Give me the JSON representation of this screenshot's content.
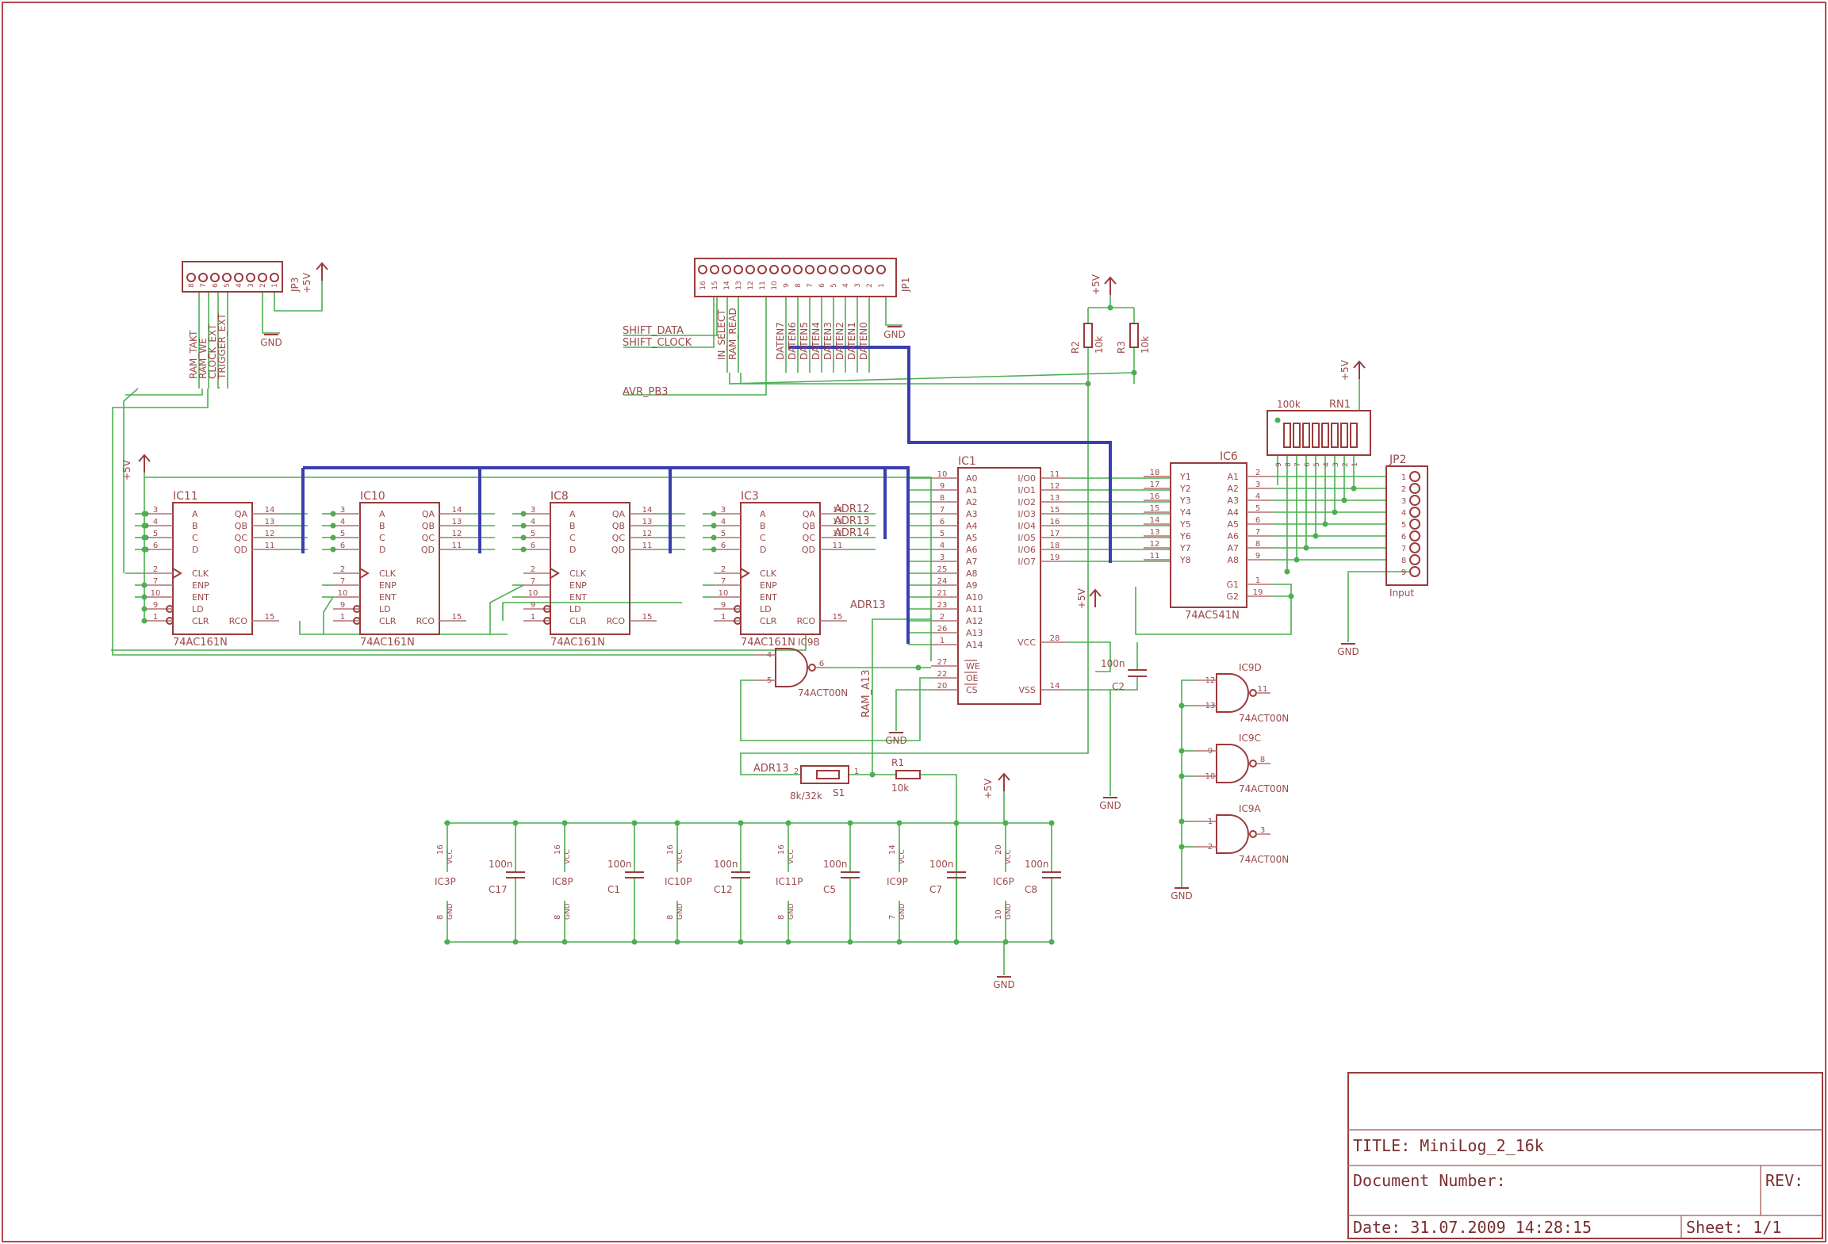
{
  "frame": {
    "border_color": "#b04a4a",
    "wire_color": "#4caf50",
    "bus_color": "#3a3fae"
  },
  "title_block": {
    "title": "TITLE:  MiniLog_2_16k",
    "doc_number": "Document Number:",
    "rev": "REV:",
    "date": "Date: 31.07.2009 14:28:15",
    "sheet": "Sheet: 1/1"
  },
  "counters": [
    {
      "name": "IC11",
      "part": "74AC161N"
    },
    {
      "name": "IC10",
      "part": "74AC161N"
    },
    {
      "name": "IC8",
      "part": "74AC161N"
    },
    {
      "name": "IC3",
      "part": "74AC161N"
    }
  ],
  "counter_pins_left": [
    "A",
    "B",
    "C",
    "D",
    "CLK",
    "ENP",
    "ENT",
    "LD",
    "CLR"
  ],
  "counter_pins_left_nums": [
    "3",
    "4",
    "5",
    "6",
    "2",
    "7",
    "10",
    "9",
    "1"
  ],
  "counter_pins_right": [
    "QA",
    "QB",
    "QC",
    "QD",
    "RCO"
  ],
  "counter_pins_right_nums": [
    "14",
    "13",
    "12",
    "11",
    "15"
  ],
  "ram": {
    "name": "IC1",
    "left_pins": [
      "A0",
      "A1",
      "A2",
      "A3",
      "A4",
      "A5",
      "A6",
      "A7",
      "A8",
      "A9",
      "A10",
      "A11",
      "A12",
      "A13",
      "A14"
    ],
    "left_nums": [
      "10",
      "9",
      "8",
      "7",
      "6",
      "5",
      "4",
      "3",
      "25",
      "24",
      "21",
      "23",
      "2",
      "26",
      "1"
    ],
    "right_pins": [
      "I/O0",
      "I/O1",
      "I/O2",
      "I/O3",
      "I/O4",
      "I/O5",
      "I/O6",
      "I/O7"
    ],
    "right_nums": [
      "11",
      "12",
      "13",
      "15",
      "16",
      "17",
      "18",
      "19"
    ],
    "ctrl_pins": [
      "WE",
      "OE",
      "CS"
    ],
    "ctrl_nums": [
      "27",
      "22",
      "20"
    ],
    "vcc": "VCC",
    "vcc_num": "28",
    "vss": "VSS",
    "vss_num": "14"
  },
  "buffer": {
    "name": "IC6",
    "part": "74AC541N",
    "left_pins": [
      "Y1",
      "Y2",
      "Y3",
      "Y4",
      "Y5",
      "Y6",
      "Y7",
      "Y8"
    ],
    "left_nums": [
      "18",
      "17",
      "16",
      "15",
      "14",
      "13",
      "12",
      "11"
    ],
    "right_pins": [
      "A1",
      "A2",
      "A3",
      "A4",
      "A5",
      "A6",
      "A7",
      "A8",
      "G1",
      "G2"
    ],
    "right_nums": [
      "2",
      "3",
      "4",
      "5",
      "6",
      "7",
      "8",
      "9",
      "1",
      "19"
    ]
  },
  "connectors": {
    "jp3": {
      "name": "JP3",
      "pins": [
        "8",
        "7",
        "6",
        "5",
        "4",
        "3",
        "2",
        "1"
      ],
      "signals": [
        "RAM_TAKT",
        "RAM_WE",
        "CLOCK_EXT",
        "TRIGGER_EXT"
      ]
    },
    "jp1": {
      "name": "JP1",
      "pins": [
        "16",
        "15",
        "14",
        "13",
        "12",
        "11",
        "10",
        "9",
        "8",
        "7",
        "6",
        "5",
        "4",
        "3",
        "2",
        "1"
      ],
      "signals": [
        "IN_SELECT",
        "RAM_READ",
        "DATEN7",
        "DATEN6",
        "DATEN5",
        "DATEN4",
        "DATEN3",
        "DATEN2",
        "DATEN1",
        "DATEN0"
      ]
    },
    "jp2": {
      "name": "JP2",
      "label": "Input",
      "pins": [
        "1",
        "2",
        "3",
        "4",
        "5",
        "6",
        "7",
        "8",
        "9"
      ]
    }
  },
  "labels": {
    "shift_data": "SHIFT_DATA",
    "shift_clock": "SHIFT_CLOCK",
    "avr_pb3": "AVR_PB3",
    "adr12": "ADR12",
    "adr13": "ADR13",
    "adr14": "ADR14",
    "adr13b": "ADR13",
    "adr13c": "ADR13",
    "ram_a13": "RAM_A13",
    "gnd": "GND",
    "p5v": "+5V"
  },
  "resistors": {
    "r2": {
      "name": "R2",
      "value": "10k"
    },
    "r3": {
      "name": "R3",
      "value": "10k"
    },
    "r1": {
      "name": "R1",
      "value": "10k"
    },
    "rn1": {
      "name": "RN1",
      "value": "100k"
    }
  },
  "switch": {
    "name": "S1",
    "value": "8k/32k"
  },
  "gates": [
    {
      "name": "IC9B",
      "part": "74ACT00N",
      "in": [
        "4",
        "5"
      ],
      "out": "6"
    },
    {
      "name": "IC9D",
      "part": "74ACT00N",
      "in": [
        "12",
        "13"
      ],
      "out": "11"
    },
    {
      "name": "IC9C",
      "part": "74ACT00N",
      "in": [
        "9",
        "10"
      ],
      "out": "8"
    },
    {
      "name": "IC9A",
      "part": "74ACT00N",
      "in": [
        "1",
        "2"
      ],
      "out": "3"
    }
  ],
  "c2": {
    "name": "C2",
    "value": "100n"
  },
  "supply": [
    {
      "name": "IC3P",
      "vcc": "16",
      "gnd": "8",
      "cap": "C17",
      "value": "100n"
    },
    {
      "name": "IC8P",
      "vcc": "16",
      "gnd": "8",
      "cap": "C1",
      "value": "100n"
    },
    {
      "name": "IC10P",
      "vcc": "16",
      "gnd": "8",
      "cap": "C12",
      "value": "100n"
    },
    {
      "name": "IC11P",
      "vcc": "16",
      "gnd": "8",
      "cap": "C5",
      "value": "100n"
    },
    {
      "name": "IC9P",
      "vcc": "14",
      "gnd": "7",
      "cap": "C7",
      "value": "100n"
    },
    {
      "name": "IC6P",
      "vcc": "20",
      "gnd": "10",
      "cap": "C8",
      "value": "100n"
    }
  ],
  "supply_pin_labels": {
    "vcc": "VCC",
    "gnd": "GND"
  }
}
